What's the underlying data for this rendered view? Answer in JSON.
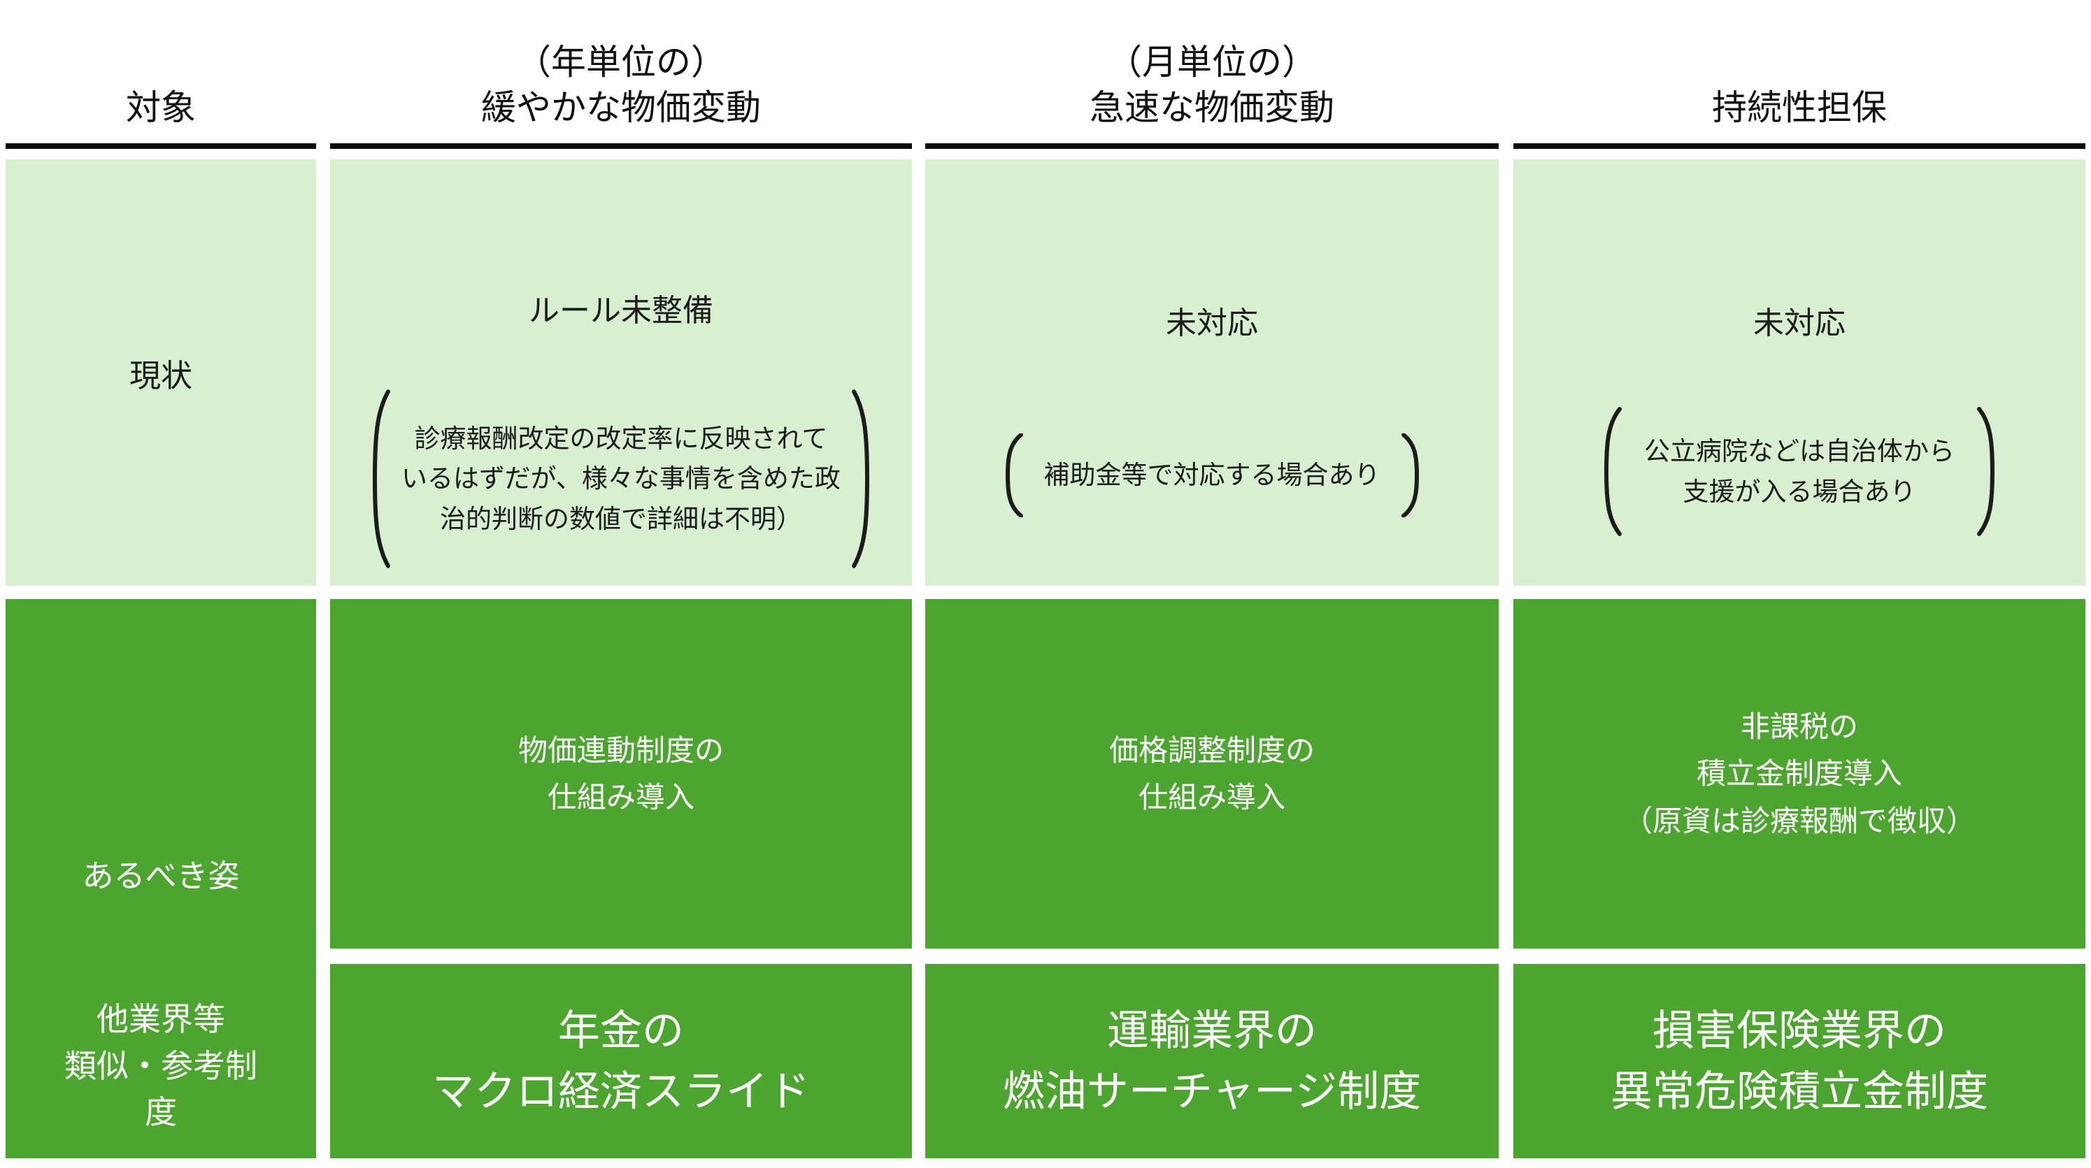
{
  "colors": {
    "light_green": "#d8efd0",
    "dark_green": "#4ca52f",
    "header_line": "#0d0d0d",
    "text_dark": "#1c1c1c",
    "text_light": "#ffffff"
  },
  "header": {
    "target": "対象",
    "gradual": "（年単位の）\n緩やかな物価変動",
    "rapid": "（月単位の）\n急速な物価変動",
    "sustainability": "持続性担保"
  },
  "rows": {
    "current": {
      "label": "現状",
      "gradual": {
        "title": "ルール未整備",
        "note": "診療報酬改定の改定率に反映されて\nいるはずだが、様々な事情を含めた政\n治的判断の数値で詳細は不明）"
      },
      "rapid": {
        "title": "未対応",
        "note": "補助金等で対応する場合あり"
      },
      "sustainability": {
        "title": "未対応",
        "note": "公立病院などは自治体から\n支援が入る場合あり"
      }
    },
    "ideal": {
      "label": "あるべき姿",
      "gradual": "物価連動制度の\n仕組み導入",
      "rapid": "価格調整制度の\n仕組み導入",
      "sustainability": "非課税の\n積立金制度導入\n（原資は診療報酬で徴収）"
    },
    "reference": {
      "label": "他業界等\n類似・参考制\n度",
      "gradual": "年金の\nマクロ経済スライド",
      "rapid": "運輸業界の\n燃油サーチャージ制度",
      "sustainability": "損害保険業界の\n異常危険積立金制度"
    }
  }
}
